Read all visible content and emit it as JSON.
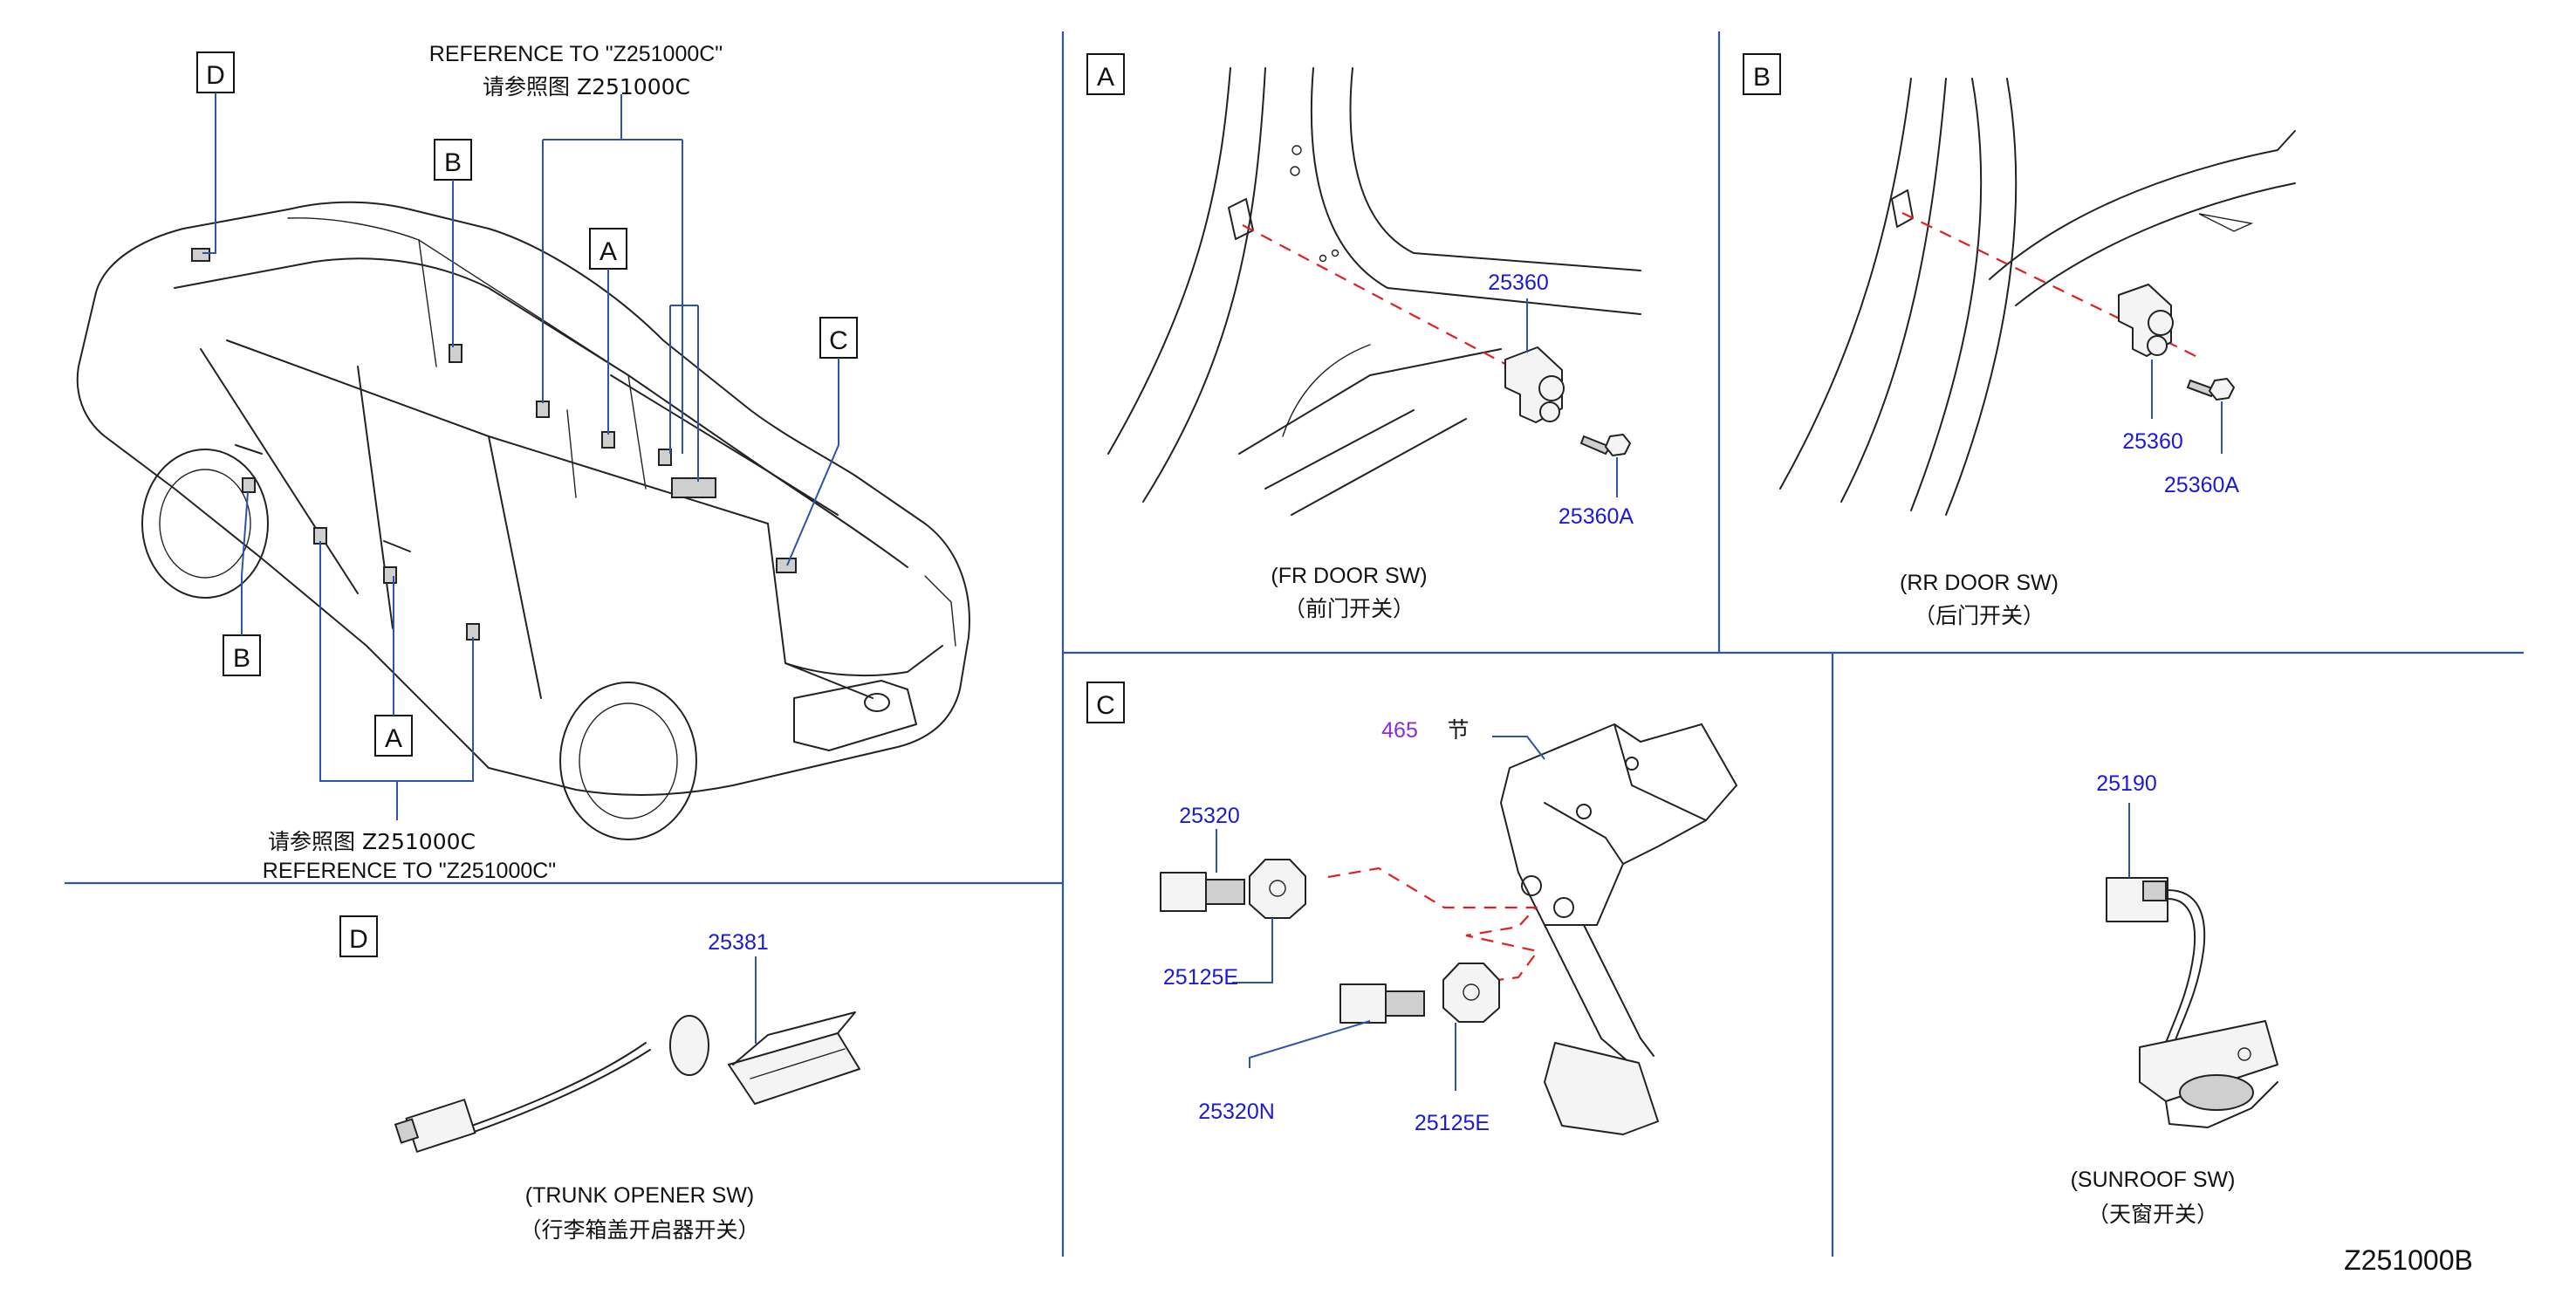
{
  "drawing_id": "Z251000B",
  "overview": {
    "reference_top_en": "REFERENCE   TO   \"Z251000C\"",
    "reference_top_cn": "请参照图     Z251000C",
    "reference_bottom_cn": "请参照图        Z251000C",
    "reference_bottom_en": "REFERENCE   TO   \"Z251000C\"",
    "callouts": [
      "D",
      "B",
      "A",
      "C",
      "B",
      "A"
    ]
  },
  "panels": {
    "A": {
      "label": "A",
      "parts": [
        "25360",
        "25360A"
      ],
      "caption_en": "(FR   DOOR   SW)",
      "caption_cn": "（前门开关）"
    },
    "B": {
      "label": "B",
      "parts": [
        "25360",
        "25360A"
      ],
      "caption_en": "(RR   DOOR   SW)",
      "caption_cn": "（后门开关）"
    },
    "C": {
      "label": "C",
      "ref_num": "465",
      "ref_cn": "节",
      "parts": [
        "25320",
        "25125E",
        "25320N",
        "25125E"
      ]
    },
    "D": {
      "label": "D",
      "parts": [
        "25381"
      ],
      "caption_en": "(TRUNK   OPENER   SW)",
      "caption_cn": "（行李箱盖开启器开关）"
    },
    "sunroof": {
      "parts": [
        "25190"
      ],
      "caption_en": "(SUNROOF   SW)",
      "caption_cn": "（天窗开关）"
    }
  },
  "colors": {
    "divider": "#2a55a8",
    "part_number": "#1a1ad6",
    "reference_number": "#8a2be2",
    "dashed_guide": "#e02020"
  }
}
